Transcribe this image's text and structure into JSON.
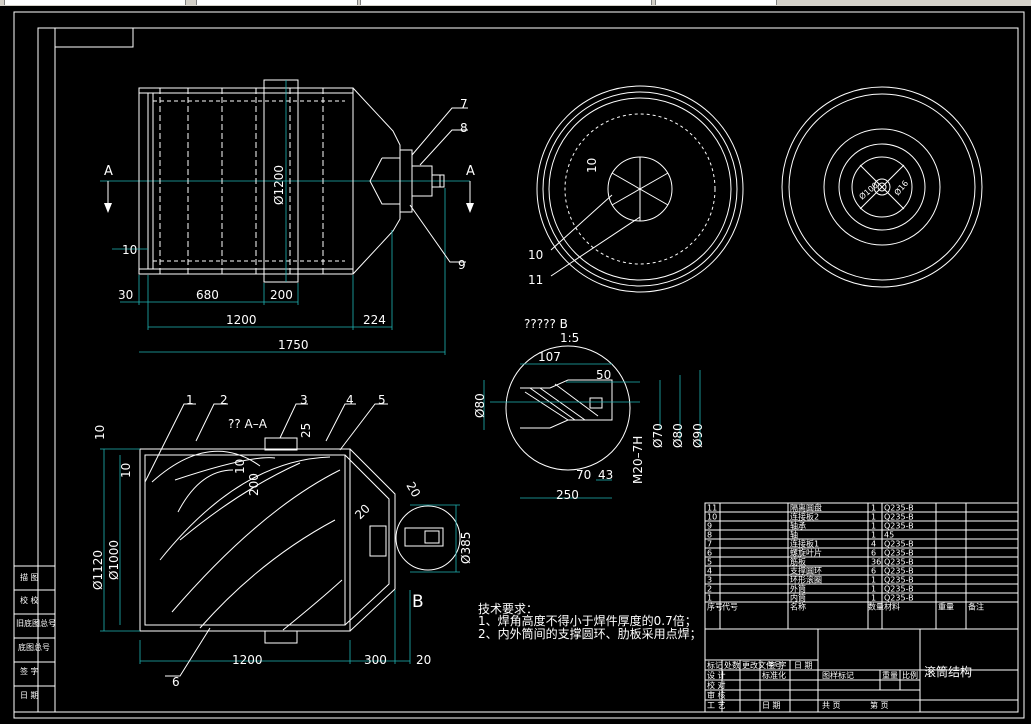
{
  "drawing": {
    "title": "滚筒结构",
    "section_a_label": "A",
    "section_aa_label": "?? A–A",
    "detail_b_label": "B",
    "detail_title": "????? B",
    "detail_scale": "1:5"
  },
  "dims_top": {
    "d30": "30",
    "d680": "680",
    "d200": "200",
    "d1200": "1200",
    "d224": "224",
    "d1750": "1750",
    "d10": "10",
    "phi1200": "Ø1200"
  },
  "dims_circle": {
    "d10": "10",
    "d10b": "10",
    "d11": "11",
    "phi100": "Ø100",
    "phi16": "Ø16"
  },
  "dims_detail": {
    "d107": "107",
    "d50": "50",
    "phi80": "Ø80",
    "phi70": "Ø70",
    "phi80b": "Ø80",
    "phi90": "Ø90",
    "m20": "M20–7H",
    "d70": "70",
    "d43": "43",
    "d250": "250"
  },
  "dims_section": {
    "d10a": "10",
    "d10b": "10",
    "d25": "25",
    "phi1120": "Ø1120",
    "phi1000": "Ø1000",
    "d200": "200",
    "d20": "20",
    "phi385": "Ø385",
    "d1200": "1200",
    "d300": "300",
    "d20b": "20",
    "n20": "20",
    "n10": "10"
  },
  "part_labels": [
    "1",
    "2",
    "3",
    "4",
    "5",
    "6",
    "7",
    "8",
    "9"
  ],
  "notes": {
    "heading": "技术要求：",
    "line1": "1、焊角高度不得小于焊件厚度的0.7倍；",
    "line2": "2、内外筒间的支撑圆环、肋板采用点焊；"
  },
  "left_table": [
    "描 图",
    "校 校",
    "旧底图总号",
    "底图总号",
    "签 字",
    "日 期"
  ],
  "bom": [
    {
      "no": "11",
      "name": "隔离圆盘",
      "qty": "1",
      "mat": "Q235-B"
    },
    {
      "no": "10",
      "name": "连接板2",
      "qty": "1",
      "mat": "Q235-B"
    },
    {
      "no": "9",
      "name": "轴承",
      "qty": "1",
      "mat": "Q235-B"
    },
    {
      "no": "8",
      "name": "轴",
      "qty": "1",
      "mat": "45"
    },
    {
      "no": "7",
      "name": "连接板1",
      "qty": "4",
      "mat": "Q235-B"
    },
    {
      "no": "6",
      "name": "螺旋叶片",
      "qty": "6",
      "mat": "Q235-B"
    },
    {
      "no": "5",
      "name": "筋板",
      "qty": "36",
      "mat": "Q235-B"
    },
    {
      "no": "4",
      "name": "支撑圆环",
      "qty": "6",
      "mat": "Q235-B"
    },
    {
      "no": "3",
      "name": "环形滚圈",
      "qty": "1",
      "mat": "Q235-B"
    },
    {
      "no": "2",
      "name": "外筒",
      "qty": "1",
      "mat": "Q235-B"
    },
    {
      "no": "1",
      "name": "内筒",
      "qty": "1",
      "mat": "Q235-B"
    }
  ],
  "bom_header": {
    "no": "序号",
    "code": "代号",
    "name": "名称",
    "qty": "数量",
    "mat": "材料",
    "weight": "重量",
    "note": "备注"
  },
  "title_block": {
    "r1": [
      "标记",
      "处数",
      "更改文件号",
      "签 字",
      "日 期"
    ],
    "design": "设 计",
    "std": "标准化",
    "check": "校 对",
    "review": "审 核",
    "process": "工 艺",
    "date": "日 期",
    "stage": "图样标记",
    "weight": "重量",
    "scale": "比例",
    "sheets": "共    页",
    "sheet": "第    页"
  }
}
